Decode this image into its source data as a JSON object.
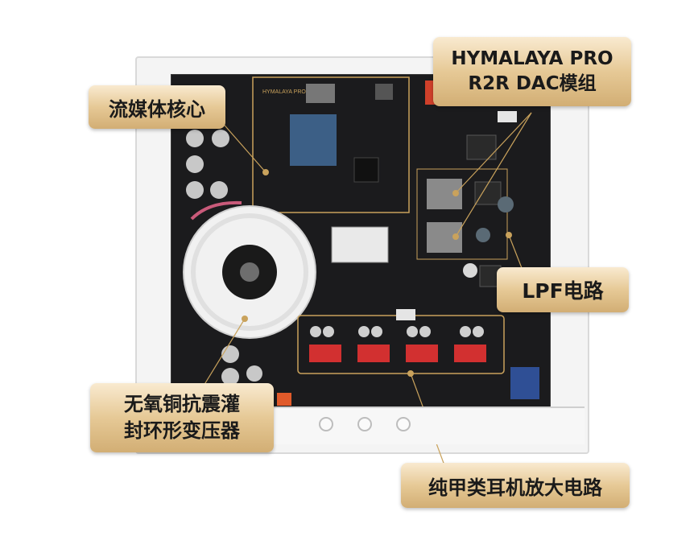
{
  "callouts": {
    "streaming_core": "流媒体核心",
    "dac_module_line1": "HYMALAYA PRO",
    "dac_module_line2": "R2R DAC模组",
    "lpf_circuit": "LPF电路",
    "transformer_line1": "无氧铜抗震灌",
    "transformer_line2": "封环形变压器",
    "class_a_amp": "纯甲类耳机放大电路"
  },
  "board_silkscreen": "HYMALAYA PRO",
  "colors": {
    "callout_gold_light": "#f9ead0",
    "callout_gold_dark": "#d2ae74",
    "pcb_black": "#1b1b1d",
    "accent_gold": "#c9a25c"
  }
}
